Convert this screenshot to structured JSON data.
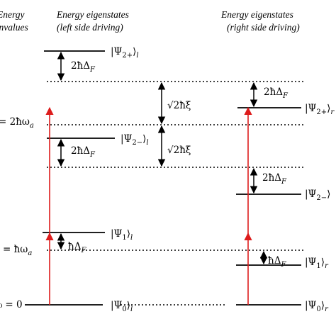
{
  "headers": {
    "eigenvalues_line1": "Energy",
    "eigenvalues_line2": "eigenvalues",
    "left_line1": "Energy eigenstates",
    "left_line2": "(left side driving)",
    "right_line1": "Energy eigenstates",
    "right_line2": "(right side driving)"
  },
  "eigenvalue_labels": {
    "E2": "= 2ħω",
    "E2_sub": "a",
    "E1": "= ħω",
    "E1_sub": "a",
    "E0_prefix": "₀",
    "E0": "= 0"
  },
  "state_labels": {
    "psi2p_l": "|Ψ",
    "psi2p_l_sub": "2+",
    "psi2p_l_tail": "⟩",
    "psi2p_l_side": "l",
    "psi2m_l": "|Ψ",
    "psi2m_l_sub": "2−",
    "psi2m_l_tail": "⟩",
    "psi2m_l_side": "l",
    "psi1_l": "|Ψ",
    "psi1_l_sub": "1",
    "psi1_l_tail": "⟩",
    "psi1_l_side": "l",
    "psi0_l": "|Ψ",
    "psi0_l_sub": "0",
    "psi0_l_tail": "⟩",
    "psi0_l_side": "l",
    "psi2p_r": "|Ψ",
    "psi2p_r_sub": "2+",
    "psi2p_r_tail": "⟩",
    "psi2p_r_side": "r",
    "psi2m_r": "|Ψ",
    "psi2m_r_sub": "2−",
    "psi2m_r_tail": "⟩",
    "psi1_r": "|Ψ",
    "psi1_r_sub": "1",
    "psi1_r_tail": "⟩",
    "psi1_r_side": "r",
    "psi0_r": "|Ψ",
    "psi0_r_sub": "0",
    "psi0_r_tail": "⟩",
    "psi0_r_side": "r"
  },
  "gap_labels": {
    "delta_f_2": "2ħΔ",
    "delta_f_2_sub": "F",
    "delta_f_1": "ħΔ",
    "delta_f_1_sub": "F",
    "xi": "√2ħξ"
  },
  "colors": {
    "transition_arrow": "#dd1c1c",
    "level_line": "#000000"
  }
}
